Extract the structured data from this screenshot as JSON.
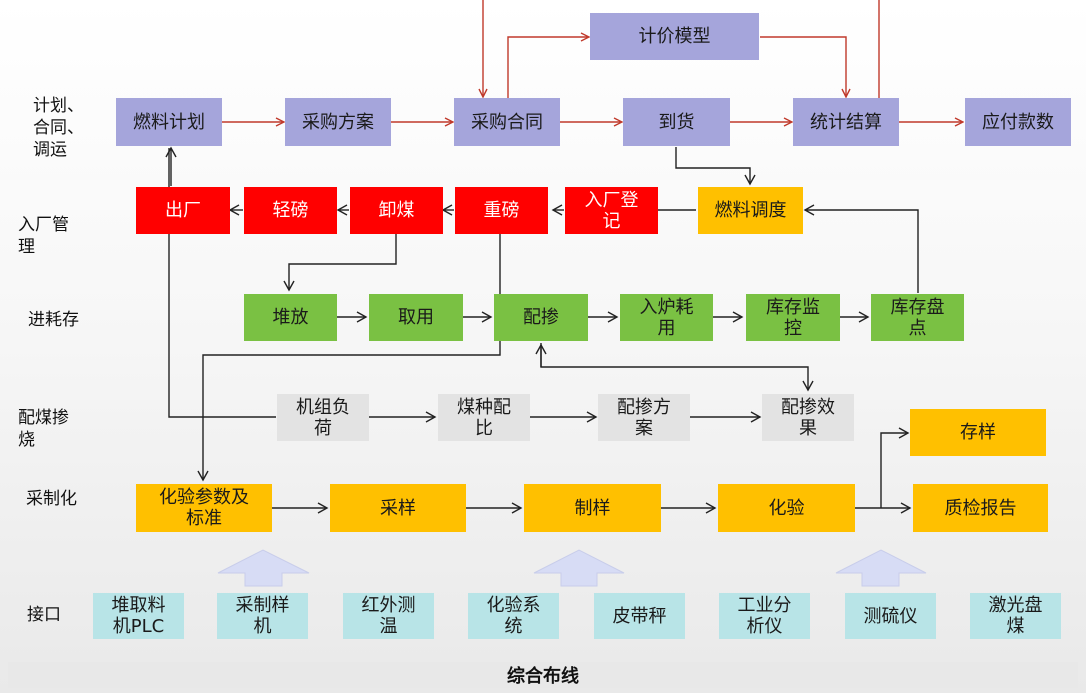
{
  "row_labels": {
    "plan": "计划、\n合同、\n调运",
    "entry": "入厂管\n理",
    "inventory": "进耗存",
    "blending": "配煤掺\n烧",
    "sampling": "采制化",
    "interface": "接口"
  },
  "plan_row": {
    "pricing_model": "计价模型",
    "fuel_plan": "燃料计划",
    "purchase_plan": "采购方案",
    "purchase_contract": "采购合同",
    "arrival": "到货",
    "settlement": "统计结算",
    "payables": "应付款数"
  },
  "entry_row": {
    "exit": "出厂",
    "light_weigh": "轻磅",
    "unload": "卸煤",
    "heavy_weigh": "重磅",
    "registration": "入厂登\n记",
    "dispatch": "燃料调度"
  },
  "inventory_row": {
    "stack": "堆放",
    "retrieve": "取用",
    "blend": "配掺",
    "furnace_use": "入炉耗\n用",
    "stock_monitor": "库存监\n控",
    "stock_take": "库存盘\n点"
  },
  "blending_row": {
    "unit_load": "机组负\n荷",
    "coal_ratio": "煤种配\n比",
    "blend_plan": "配掺方\n案",
    "blend_effect": "配掺效\n果"
  },
  "sampling_row": {
    "params": "化验参数及\n标准",
    "sampling": "采样",
    "preparation": "制样",
    "assay": "化验",
    "sample_store": "存样",
    "quality_report": "质检报告"
  },
  "interface_row": {
    "items": [
      "堆取料\n机PLC",
      "采制样\n机",
      "红外测\n温",
      "化验系\n统",
      "皮带秤",
      "工业分\n析仪",
      "测硫仪",
      "激光盘\n煤"
    ]
  },
  "footer": "综合布线",
  "colors": {
    "purple": "#a5a5db",
    "red": "#ff0000",
    "yellow": "#ffc000",
    "green": "#7ac143",
    "gray": "#e3e3e3",
    "cyan": "#b8e4e7",
    "red_arrow": "#c0392b",
    "black_arrow": "#222222"
  }
}
